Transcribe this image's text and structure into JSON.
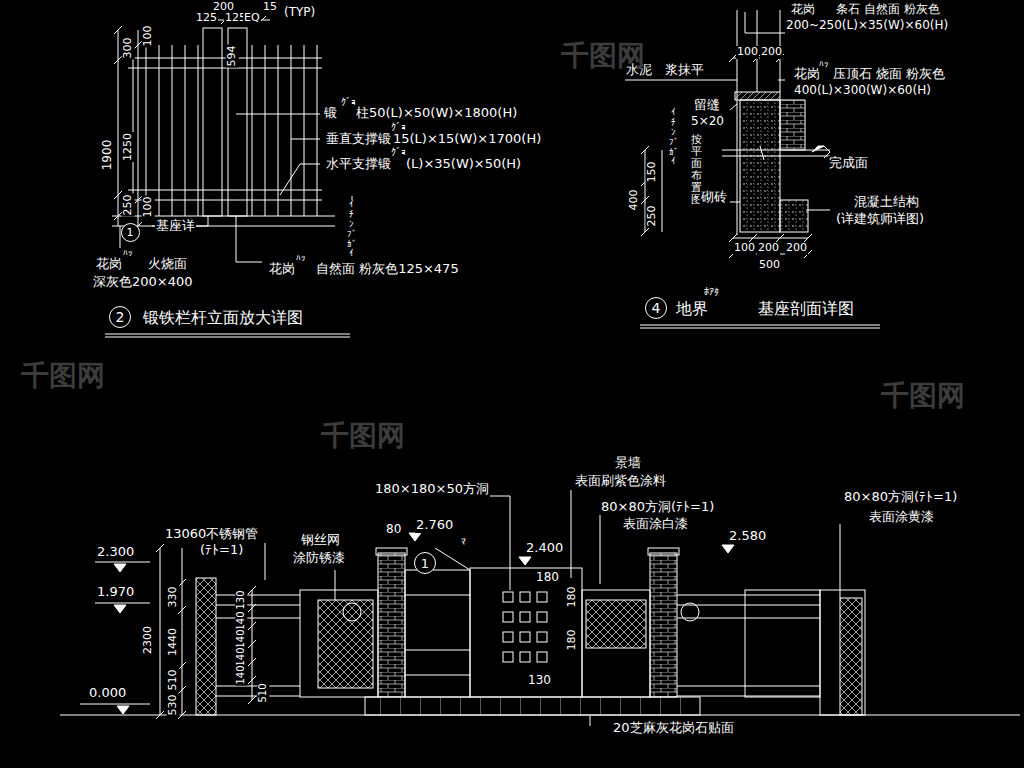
{
  "diagram": {
    "nodes": [
      {
        "text": [
          "2"
        ]
      },
      {
        "text": [
          "4"
        ]
      },
      {
        "text": [
          "1"
        ]
      },
      {
        "text": [
          "1"
        ]
      }
    ],
    "labels": [
      "200",
      "125",
      "125",
      "EQ",
      "15",
      "(TYP)",
      "300",
      "100",
      "594",
      "1900",
      "1250",
      "250",
      "100",
      "锻",
      "ｸﾞｮ",
      "柱50(L)×50(W)×1800(H)",
      "垂直支撑锻",
      "ｸﾞｮ",
      "15(L)×15(W)×1700(H)",
      "水平支撑锻",
      "ｸﾞｮ",
      "(L)×35(W)×50(H)",
      "ｲﾁﾝﾌﾞｶﾞｲ",
      "基座详",
      "花岗",
      "ﾊｯ",
      "火烧面",
      "深灰色200×400",
      "花岗",
      "ﾊｯ",
      "自然面 粉灰色125×475",
      "锻铁栏杆立面放大详图",
      "花岗",
      "条石 自然面 粉灰色",
      "200~250(L)×35(W)×60(H)",
      "100",
      "200",
      "水泥",
      "浆抹平",
      "花岗",
      "ﾊｯ",
      "压顶石 烧面 粉灰色",
      "400(L)×300(W)×60(H)",
      "留缝",
      "5×20",
      "ｲﾁﾝﾌﾞｶﾞｲ",
      "按平面布置图",
      "完成面",
      "400",
      "250",
      "150",
      "砌砖",
      "混凝土结构",
      "(详建筑师详图)",
      "100",
      "200",
      "200",
      "500",
      "地界",
      "ﾎｱﾀ",
      "基座剖面详图",
      "景墙",
      "表面刷紫色涂料",
      "180×180×50方洞",
      "80×80方洞(ﾃﾄ=1)",
      "表面涂白漆",
      "80×80方洞(ﾃﾄ=1)",
      "表面涂黄漆",
      "13060不锈钢管",
      "(ﾃﾄ=1)",
      "钢丝网",
      "涂防锈漆",
      "80",
      "2.760",
      "ﾏ",
      "2.400",
      "2.580",
      "2.300",
      "1.970",
      "0.000",
      "330",
      "1440",
      "2300",
      "510",
      "530",
      "130",
      "140",
      "140",
      "140",
      "140",
      "510",
      "180",
      "180",
      "180",
      "130",
      "20芝麻灰花岗石贴面",
      "千图网",
      "千图网",
      "千图网",
      "千图网"
    ]
  }
}
